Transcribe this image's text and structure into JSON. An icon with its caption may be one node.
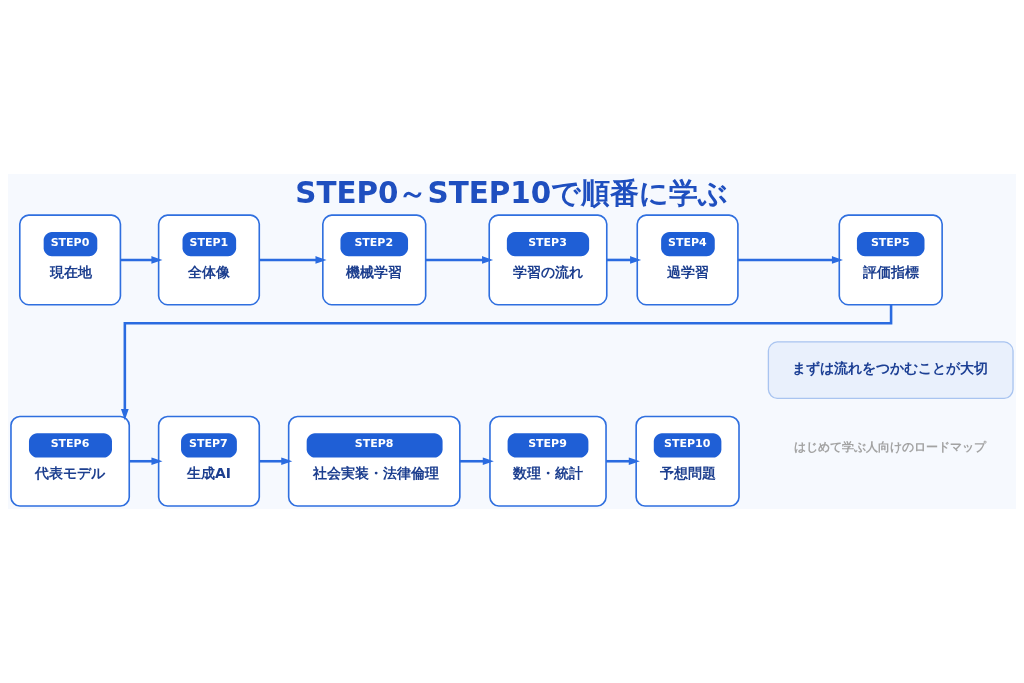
{
  "diagram": {
    "title": "STEP0～STEP10で順番に学ぶ",
    "nodes": [
      {
        "text": [
          "STEP0",
          "現在地"
        ]
      },
      {
        "text": [
          "STEP1",
          "全体像"
        ]
      },
      {
        "text": [
          "STEP2",
          "機械学習"
        ]
      },
      {
        "text": [
          "STEP3",
          "学習の流れ"
        ]
      },
      {
        "text": [
          "STEP4",
          "過学習"
        ]
      },
      {
        "text": [
          "STEP5",
          "評価指標"
        ]
      },
      {
        "text": [
          "STEP6",
          "代表モデル"
        ]
      },
      {
        "text": [
          "STEP7",
          "生成AI"
        ]
      },
      {
        "text": [
          "STEP8",
          "社会実装・法律倫理"
        ]
      },
      {
        "text": [
          "STEP9",
          "数理・統計"
        ]
      },
      {
        "text": [
          "STEP10",
          "予想問題"
        ]
      },
      {
        "text": [
          "まずは流れをつかむことが大切"
        ]
      }
    ],
    "edges": [
      {
        "from": 0,
        "to": 1,
        "arrow": "to"
      },
      {
        "from": 1,
        "to": 2,
        "arrow": "to"
      },
      {
        "from": 2,
        "to": 3,
        "arrow": "to"
      },
      {
        "from": 3,
        "to": 4,
        "arrow": "to"
      },
      {
        "from": 4,
        "to": 5,
        "arrow": "to"
      },
      {
        "from": 5,
        "to": 6,
        "arrow": "to"
      },
      {
        "from": 6,
        "to": 7,
        "arrow": "to"
      },
      {
        "from": 7,
        "to": 8,
        "arrow": "to"
      },
      {
        "from": 8,
        "to": 9,
        "arrow": "to"
      },
      {
        "from": 9,
        "to": 10,
        "arrow": "to"
      }
    ],
    "labels": [
      "はじめて学ぶ人向けのロードマップ"
    ]
  }
}
